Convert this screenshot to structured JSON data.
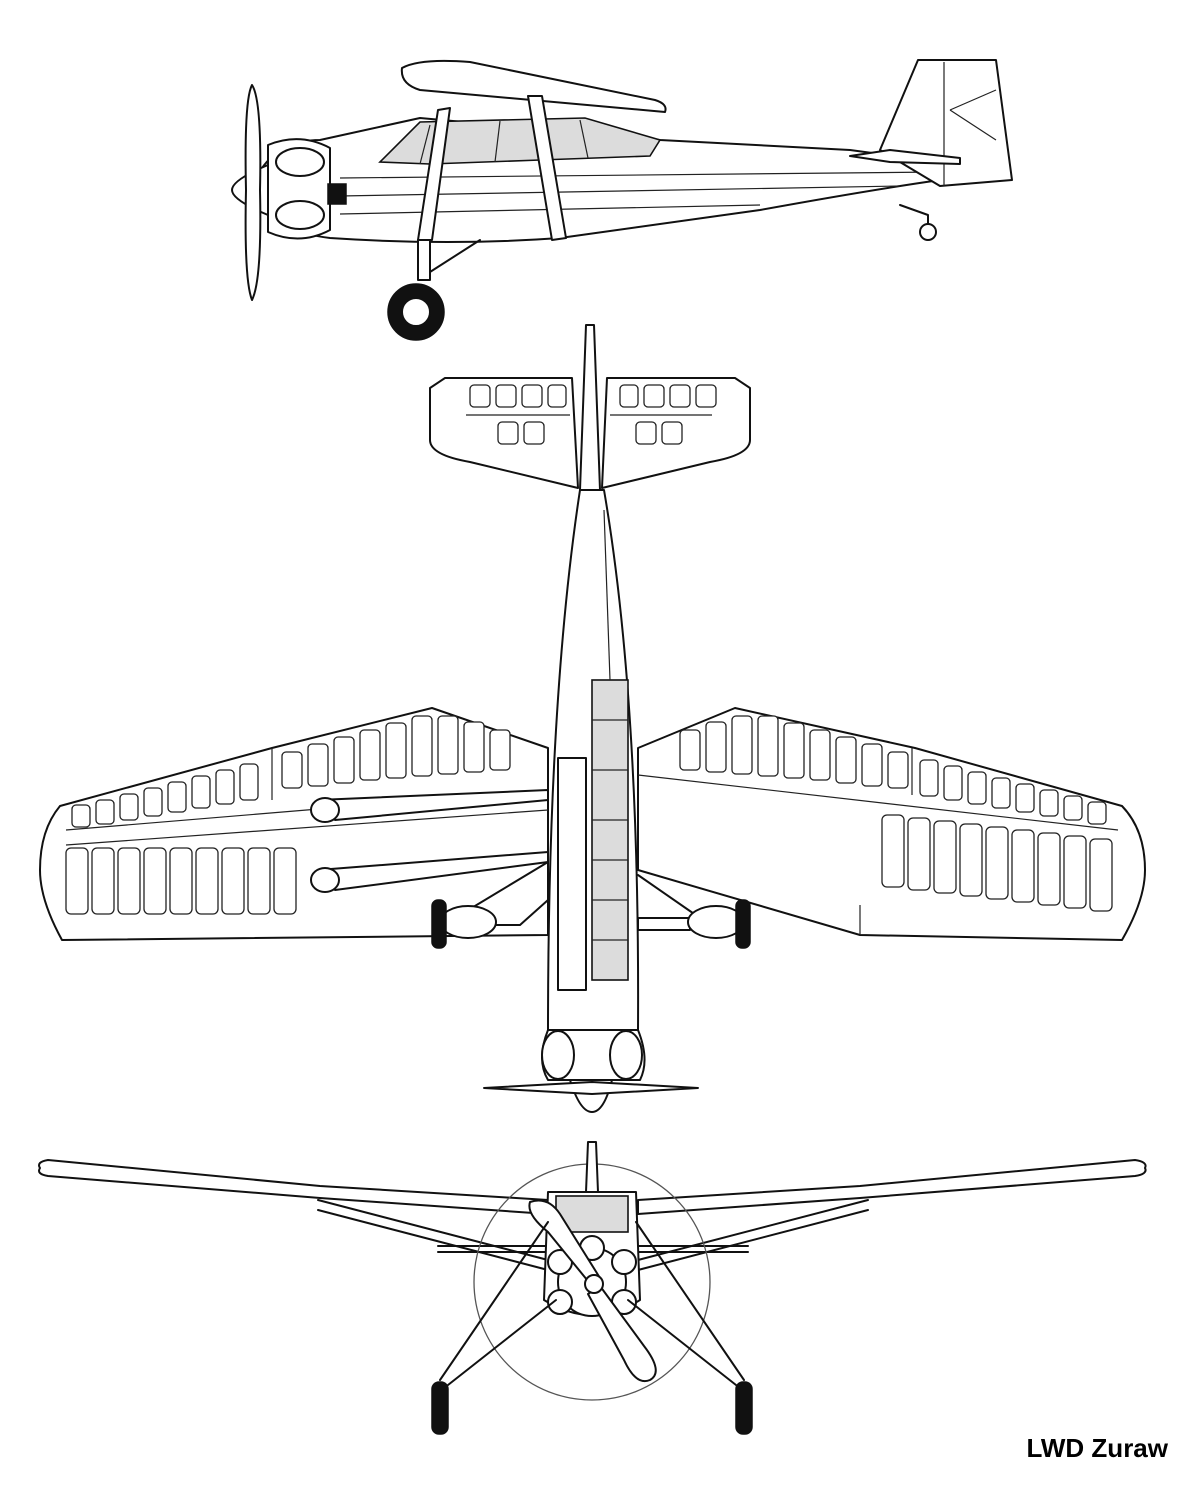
{
  "caption": "LWD Zuraw",
  "colors": {
    "background": "#ffffff",
    "line": "#111111",
    "glazing": "#dcdcdc"
  },
  "views": [
    "side-view",
    "top-view",
    "front-view"
  ]
}
